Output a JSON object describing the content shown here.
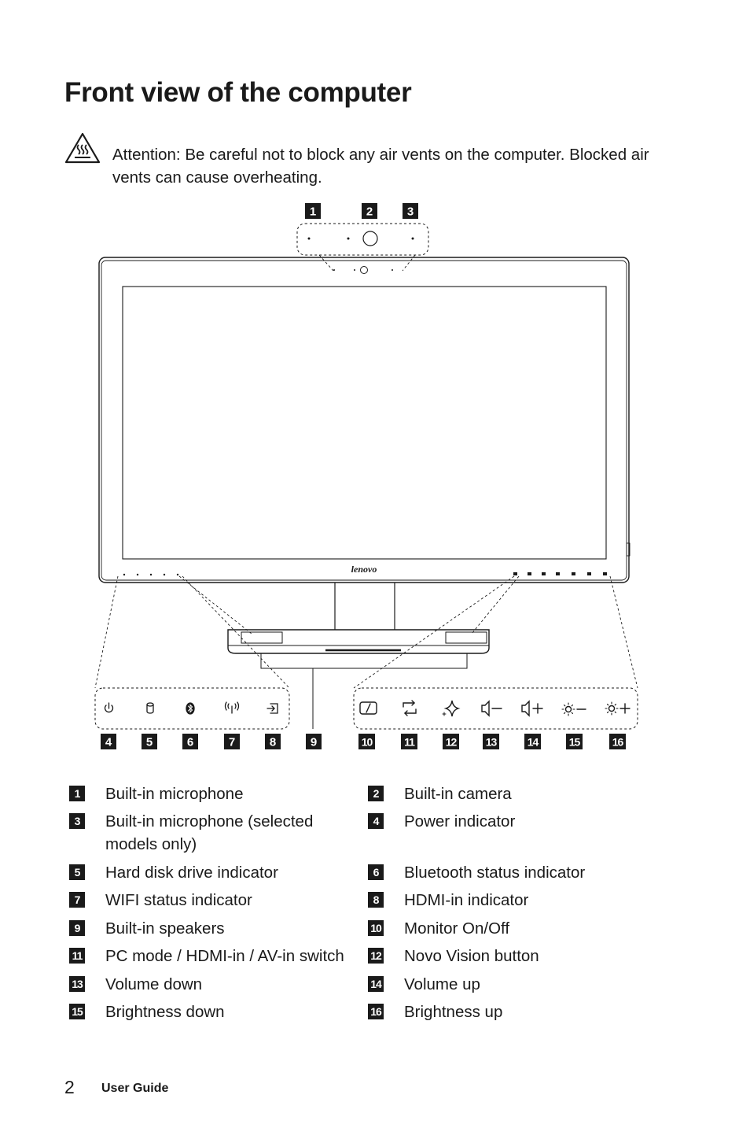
{
  "page": {
    "title": "Front view of the computer",
    "attention_label": "Attention:",
    "attention_text": " Be careful not to block any air vents on the computer. Blocked air vents can cause overheating.",
    "brand": "lenovo",
    "footer_page_number": "2",
    "footer_guide": "User Guide"
  },
  "callouts": [
    "1",
    "2",
    "3",
    "4",
    "5",
    "6",
    "7",
    "8",
    "9",
    "10",
    "11",
    "12",
    "13",
    "14",
    "15",
    "16"
  ],
  "legend": [
    [
      {
        "num": "1",
        "label": "Built-in microphone"
      },
      {
        "num": "2",
        "label": "Built-in camera"
      }
    ],
    [
      {
        "num": "3",
        "label": "Built-in microphone (selected models only)"
      },
      {
        "num": "4",
        "label": "Power indicator"
      }
    ],
    [
      {
        "num": "5",
        "label": "Hard disk drive indicator"
      },
      {
        "num": "6",
        "label": "Bluetooth status indicator"
      }
    ],
    [
      {
        "num": "7",
        "label": "WIFI status indicator"
      },
      {
        "num": "8",
        "label": "HDMI-in indicator"
      }
    ],
    [
      {
        "num": "9",
        "label": "Built-in speakers"
      },
      {
        "num": "10",
        "label": "Monitor On/Off"
      }
    ],
    [
      {
        "num": "11",
        "label": "PC mode / HDMI-in / AV-in switch"
      },
      {
        "num": "12",
        "label": "Novo Vision button"
      }
    ],
    [
      {
        "num": "13",
        "label": "Volume down"
      },
      {
        "num": "14",
        "label": "Volume up"
      }
    ],
    [
      {
        "num": "15",
        "label": "Brightness down"
      },
      {
        "num": "16",
        "label": "Brightness up"
      }
    ]
  ],
  "icons": [
    "hot-surface-warning-icon",
    "power-icon",
    "hard-disk-icon",
    "bluetooth-icon",
    "wifi-icon",
    "hdmi-in-icon",
    "monitor-onoff-icon",
    "mode-switch-icon",
    "novo-vision-icon",
    "volume-down-icon",
    "volume-up-icon",
    "brightness-down-icon",
    "brightness-up-icon"
  ]
}
